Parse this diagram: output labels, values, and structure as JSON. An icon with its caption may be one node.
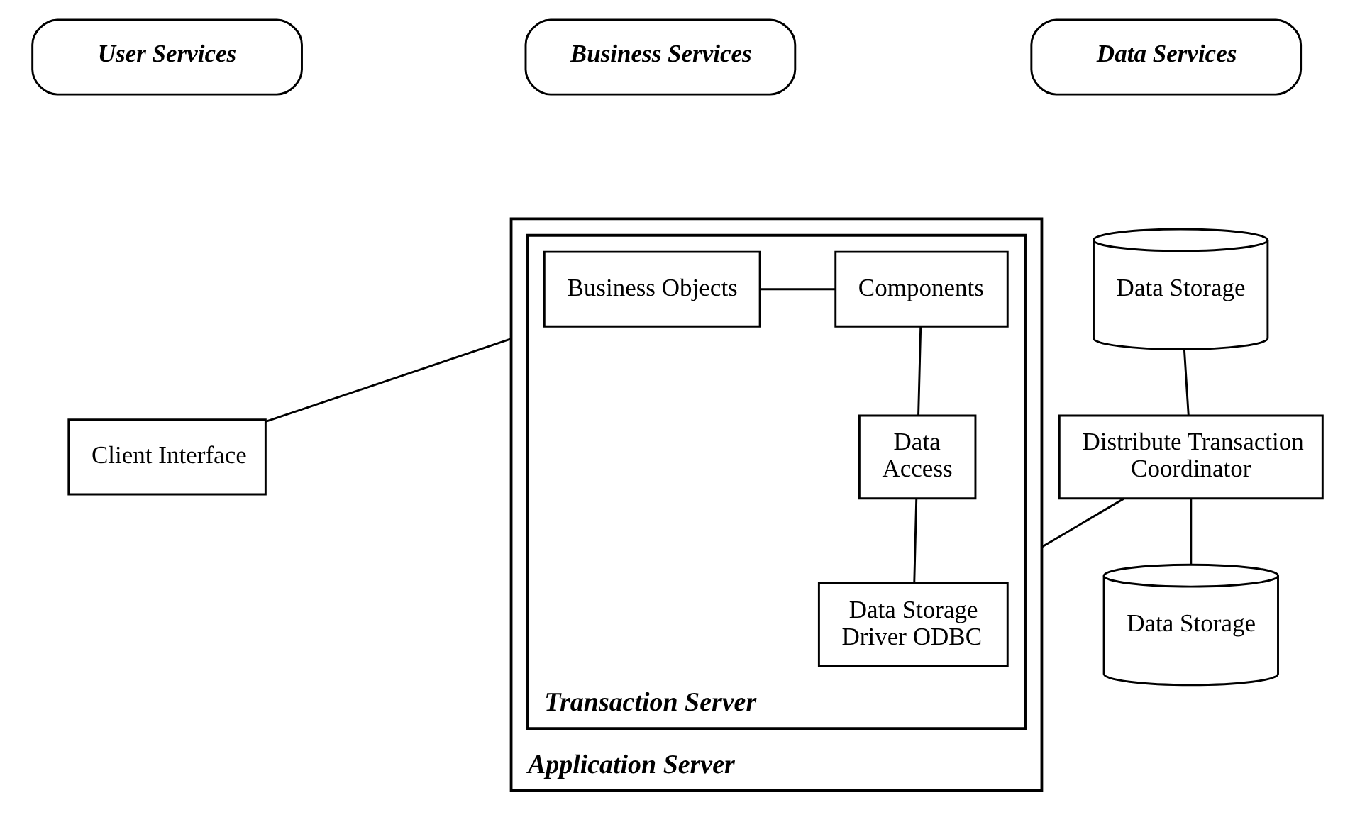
{
  "diagram": {
    "nodes": [
      {
        "text": [
          "User Services"
        ]
      },
      {
        "text": [
          "Business Services"
        ]
      },
      {
        "text": [
          "Data Services"
        ]
      },
      {
        "text": [
          "Client Interface"
        ]
      },
      {
        "text": [
          "Application Server"
        ]
      },
      {
        "text": [
          "Transaction Server"
        ],
        "in": 4
      },
      {
        "text": [
          "Business Objects"
        ],
        "in": 5
      },
      {
        "text": [
          "Components"
        ],
        "in": 5
      },
      {
        "text": [
          "Data Access"
        ],
        "in": 5
      },
      {
        "text": [
          "Data Storage Driver ODBC"
        ],
        "in": 5
      },
      {
        "text": [
          "Distribute Transaction Coordinator"
        ]
      },
      {
        "text": [
          "Data Storage"
        ]
      },
      {
        "text": [
          "Data Storage"
        ]
      }
    ],
    "edges": [
      {
        "from": 3,
        "to": 4,
        "arrow": "none"
      },
      {
        "from": 6,
        "to": 7,
        "arrow": "none"
      },
      {
        "from": 7,
        "to": 8,
        "arrow": "none"
      },
      {
        "from": 8,
        "to": 9,
        "arrow": "none"
      },
      {
        "from": 4,
        "to": 10,
        "arrow": "none"
      },
      {
        "from": 11,
        "to": 10,
        "arrow": "none"
      },
      {
        "from": 10,
        "to": 12,
        "arrow": "none"
      }
    ]
  }
}
